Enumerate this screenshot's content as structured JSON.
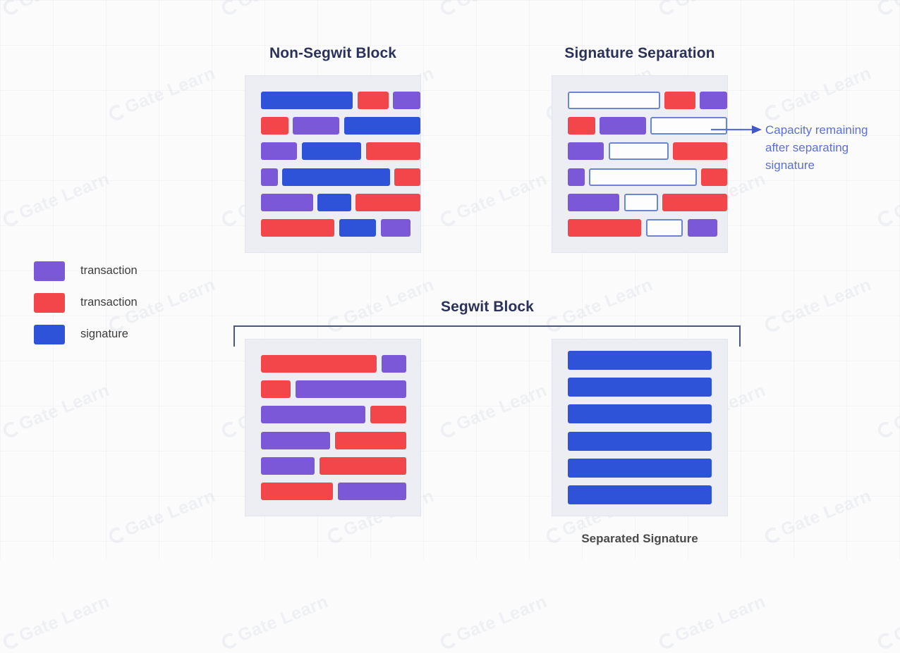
{
  "panels": {
    "non_segwit": {
      "title": "Non-Segwit Block",
      "rows": [
        [
          {
            "kind": "sig-blue",
            "w": 142
          },
          {
            "kind": "gap",
            "w": 7
          },
          {
            "kind": "tx-red",
            "w": 48
          },
          {
            "kind": "gap",
            "w": 7
          },
          {
            "kind": "tx-purple",
            "w": 42
          }
        ],
        [
          {
            "kind": "tx-red",
            "w": 42
          },
          {
            "kind": "gap",
            "w": 7
          },
          {
            "kind": "tx-purple",
            "w": 72
          },
          {
            "kind": "gap",
            "w": 7
          },
          {
            "kind": "sig-blue",
            "w": 118
          }
        ],
        [
          {
            "kind": "tx-purple",
            "w": 56
          },
          {
            "kind": "gap",
            "w": 7
          },
          {
            "kind": "sig-blue",
            "w": 92
          },
          {
            "kind": "gap",
            "w": 7
          },
          {
            "kind": "tx-red",
            "w": 84
          }
        ],
        [
          {
            "kind": "tx-purple",
            "w": 26
          },
          {
            "kind": "gap",
            "w": 7
          },
          {
            "kind": "sig-blue",
            "w": 166
          },
          {
            "kind": "gap",
            "w": 7
          },
          {
            "kind": "tx-red",
            "w": 40
          }
        ],
        [
          {
            "kind": "tx-purple",
            "w": 80
          },
          {
            "kind": "gap",
            "w": 7
          },
          {
            "kind": "sig-blue",
            "w": 52
          },
          {
            "kind": "gap",
            "w": 7
          },
          {
            "kind": "tx-red",
            "w": 100
          }
        ],
        [
          {
            "kind": "tx-red",
            "w": 104
          },
          {
            "kind": "gap",
            "w": 7
          },
          {
            "kind": "sig-blue",
            "w": 52
          },
          {
            "kind": "gap",
            "w": 7
          },
          {
            "kind": "tx-purple",
            "w": 42
          }
        ]
      ]
    },
    "signature_separation": {
      "title": "Signature Separation",
      "rows": [
        [
          {
            "kind": "empty-slot",
            "w": 142
          },
          {
            "kind": "gap",
            "w": 7
          },
          {
            "kind": "tx-red",
            "w": 48
          },
          {
            "kind": "gap",
            "w": 7
          },
          {
            "kind": "tx-purple",
            "w": 42
          }
        ],
        [
          {
            "kind": "tx-red",
            "w": 42
          },
          {
            "kind": "gap",
            "w": 7
          },
          {
            "kind": "tx-purple",
            "w": 72
          },
          {
            "kind": "gap",
            "w": 7
          },
          {
            "kind": "empty-slot",
            "w": 118
          }
        ],
        [
          {
            "kind": "tx-purple",
            "w": 56
          },
          {
            "kind": "gap",
            "w": 7
          },
          {
            "kind": "empty-slot",
            "w": 92
          },
          {
            "kind": "gap",
            "w": 7
          },
          {
            "kind": "tx-red",
            "w": 84
          }
        ],
        [
          {
            "kind": "tx-purple",
            "w": 26
          },
          {
            "kind": "gap",
            "w": 7
          },
          {
            "kind": "empty-slot",
            "w": 166
          },
          {
            "kind": "gap",
            "w": 7
          },
          {
            "kind": "tx-red",
            "w": 40
          }
        ],
        [
          {
            "kind": "tx-purple",
            "w": 80
          },
          {
            "kind": "gap",
            "w": 7
          },
          {
            "kind": "empty-slot",
            "w": 52
          },
          {
            "kind": "gap",
            "w": 7
          },
          {
            "kind": "tx-red",
            "w": 100
          }
        ],
        [
          {
            "kind": "tx-red",
            "w": 104
          },
          {
            "kind": "gap",
            "w": 7
          },
          {
            "kind": "empty-slot",
            "w": 52
          },
          {
            "kind": "gap",
            "w": 7
          },
          {
            "kind": "tx-purple",
            "w": 42
          }
        ]
      ]
    },
    "segwit": {
      "title": "Segwit Block",
      "rows": [
        [
          {
            "kind": "tx-red",
            "w": 164
          },
          {
            "kind": "gap",
            "w": 7
          },
          {
            "kind": "tx-purple",
            "w": 35
          }
        ],
        [
          {
            "kind": "tx-red",
            "w": 42
          },
          {
            "kind": "gap",
            "w": 7
          },
          {
            "kind": "tx-purple",
            "w": 157
          }
        ],
        [
          {
            "kind": "tx-purple",
            "w": 148
          },
          {
            "kind": "gap",
            "w": 7
          },
          {
            "kind": "tx-red",
            "w": 51
          }
        ],
        [
          {
            "kind": "tx-purple",
            "w": 98
          },
          {
            "kind": "gap",
            "w": 7
          },
          {
            "kind": "tx-red",
            "w": 101
          }
        ],
        [
          {
            "kind": "tx-purple",
            "w": 76
          },
          {
            "kind": "gap",
            "w": 7
          },
          {
            "kind": "tx-red",
            "w": 123
          }
        ],
        [
          {
            "kind": "tx-red",
            "w": 102
          },
          {
            "kind": "gap",
            "w": 7
          },
          {
            "kind": "tx-purple",
            "w": 97
          }
        ]
      ]
    },
    "separated_signature": {
      "caption": "Separated Signature",
      "bar_count": 6
    }
  },
  "legend": {
    "items": [
      {
        "label": "transaction",
        "color": "#7b58d8",
        "swatch_name": "legend-swatch-transaction-purple"
      },
      {
        "label": "transaction",
        "color": "#f2464b",
        "swatch_name": "legend-swatch-transaction-red"
      },
      {
        "label": "signature",
        "color": "#2f53d8",
        "swatch_name": "legend-swatch-signature-blue"
      }
    ]
  },
  "annotation": {
    "line1": "Capacity remaining",
    "line2": "after separating",
    "line3": "signature"
  },
  "watermark": {
    "text": "Gate Learn"
  },
  "colors": {
    "transaction_purple": "#7b58d8",
    "transaction_red": "#f2464b",
    "signature_blue": "#2f53d8",
    "empty_slot_border": "#6b86d0",
    "panel_background": "#edeef4",
    "title_navy": "#2b3258",
    "annotation_blue": "#5b6fd8",
    "bracket_navy": "#4c5683",
    "page_background": "#fbfbfc"
  }
}
